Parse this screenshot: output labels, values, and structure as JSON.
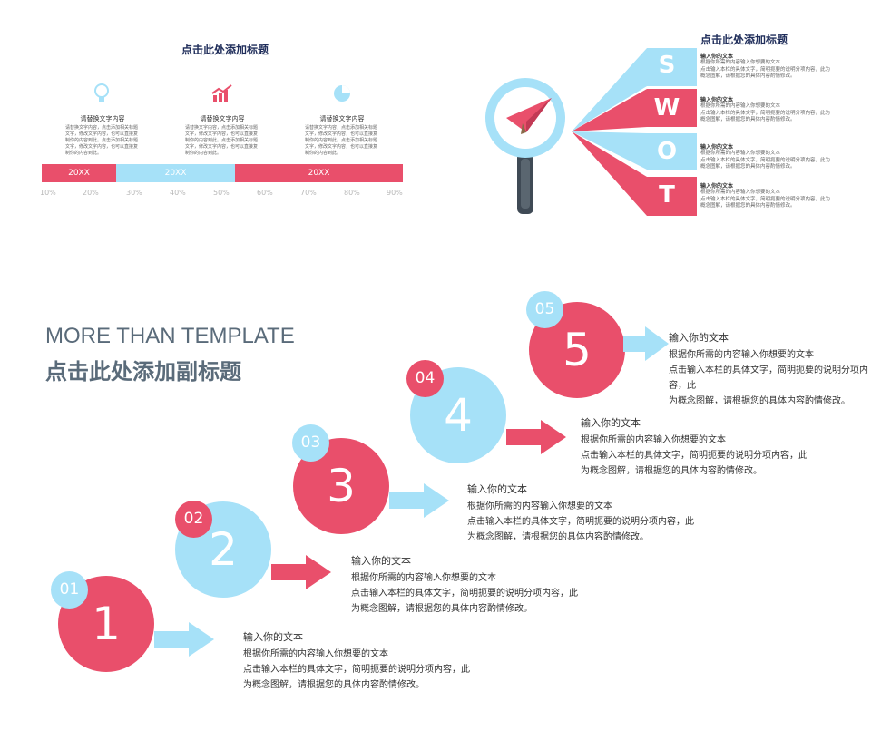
{
  "colors": {
    "red": "#e94f6b",
    "blue": "#a6e1f8",
    "navy": "#1f2d5a",
    "gray": "#5a6b7a"
  },
  "top_left": {
    "title": "点击此处添加标题",
    "columns": [
      {
        "icon": "lightbulb-icon",
        "heading": "请替换文字内容",
        "body": "请替换文字内容，点击添加相关标题文字，修改文字内容，也可以直接复制你的内容到此。点击添加相关标题文字，修改文字内容，也可以直接复制你的内容到此。"
      },
      {
        "icon": "bar-chart-icon",
        "heading": "请替换文字内容",
        "body": "请替换文字内容，点击添加相关标题文字，修改文字内容，也可以直接复制你的内容到此。点击添加相关标题文字，修改文字内容，也可以直接复制你的内容到此。"
      },
      {
        "icon": "pie-chart-icon",
        "heading": "请替换文字内容",
        "body": "请替换文字内容，点击添加相关标题文字，修改文字内容，也可以直接复制你的内容到此。点击添加相关标题文字，修改文字内容，也可以直接复制你的内容到此。"
      }
    ],
    "segments": [
      "20XX",
      "20XX",
      "20XX"
    ],
    "percents": [
      "10%",
      "20%",
      "30%",
      "40%",
      "50%",
      "60%",
      "70%",
      "80%",
      "90%"
    ]
  },
  "top_right": {
    "title": "点击此处添加标题",
    "letters": [
      "S",
      "W",
      "O",
      "T"
    ],
    "items": [
      {
        "head": "输入你的文本",
        "l1": "根据你所需的内容输入你想要的文本",
        "l2": "点击输入本栏的具体文字，简明扼要的说明分项内容，此为",
        "l3": "概念图解，请根据您的具体内容酌情修改。"
      },
      {
        "head": "输入你的文本",
        "l1": "根据你所需的内容输入你想要的文本",
        "l2": "点击输入本栏的具体文字，简明扼要的说明分项内容，此为",
        "l3": "概念图解，请根据您的具体内容酌情修改。"
      },
      {
        "head": "输入你的文本",
        "l1": "根据你所需的内容输入你想要的文本",
        "l2": "点击输入本栏的具体文字，简明扼要的说明分项内容，此为",
        "l3": "概念图解，请根据您的具体内容酌情修改。"
      },
      {
        "head": "输入你的文本",
        "l1": "根据你所需的内容输入你想要的文本",
        "l2": "点击输入本栏的具体文字，简明扼要的说明分项内容，此为",
        "l3": "概念图解，请根据您的具体内容酌情修改。"
      }
    ]
  },
  "bottom": {
    "heading_en": "MORE THAN TEMPLATE",
    "heading_cn": "点击此处添加副标题",
    "steps": [
      {
        "num": "1",
        "badge": "01",
        "t1": "输入你的文本",
        "t2": "根据你所需的内容输入你想要的文本",
        "t3": "点击输入本栏的具体文字，简明扼要的说明分项内容，此",
        "t4": "为概念图解，请根据您的具体内容酌情修改。"
      },
      {
        "num": "2",
        "badge": "02",
        "t1": "输入你的文本",
        "t2": "根据你所需的内容输入你想要的文本",
        "t3": "点击输入本栏的具体文字，简明扼要的说明分项内容，此",
        "t4": "为概念图解，请根据您的具体内容酌情修改。"
      },
      {
        "num": "3",
        "badge": "03",
        "t1": "输入你的文本",
        "t2": "根据你所需的内容输入你想要的文本",
        "t3": "点击输入本栏的具体文字，简明扼要的说明分项内容，此",
        "t4": "为概念图解，请根据您的具体内容酌情修改。"
      },
      {
        "num": "4",
        "badge": "04",
        "t1": "输入你的文本",
        "t2": "根据你所需的内容输入你想要的文本",
        "t3": "点击输入本栏的具体文字，简明扼要的说明分项内容，此",
        "t4": "为概念图解，请根据您的具体内容酌情修改。"
      },
      {
        "num": "5",
        "badge": "05",
        "t1": "输入你的文本",
        "t2": "根据你所需的内容输入你想要的文本",
        "t3": "点击输入本栏的具体文字，简明扼要的说明分项内容，此",
        "t4": "为概念图解，请根据您的具体内容酌情修改。"
      }
    ]
  }
}
